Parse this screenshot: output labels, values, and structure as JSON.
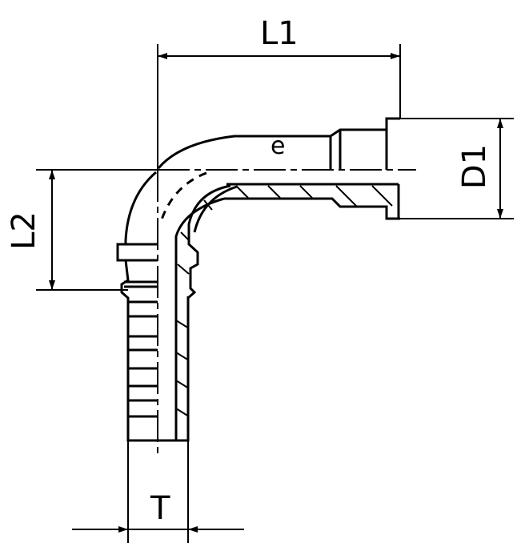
{
  "drawing": {
    "dimensions": {
      "L1": "L1",
      "L2": "L2",
      "D1": "D1",
      "T": "T"
    },
    "marking": "e"
  },
  "colors": {
    "line": "#000000",
    "background": "#ffffff"
  }
}
